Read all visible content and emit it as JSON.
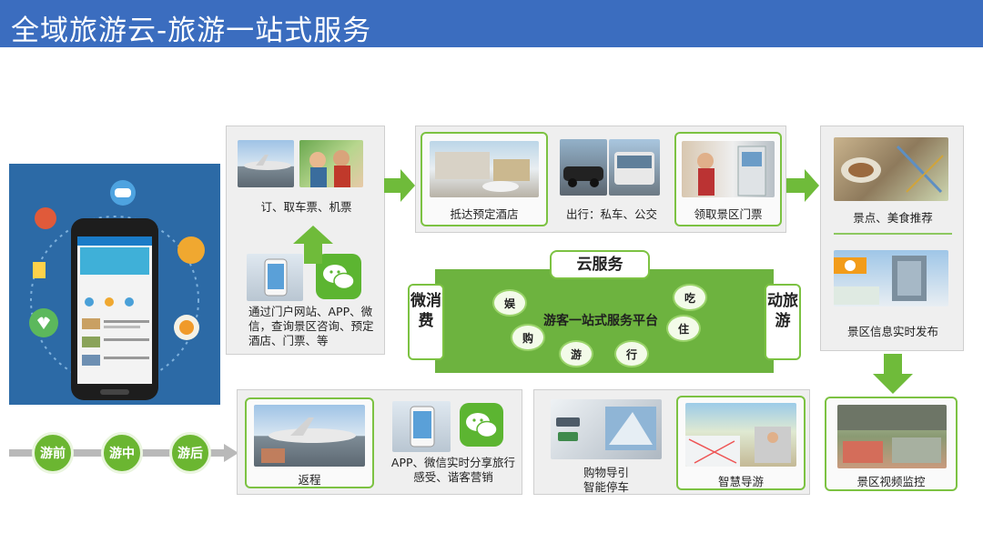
{
  "header": {
    "title": "全域旅游云-旅游一站式服务"
  },
  "top_left": {
    "caption_tickets": "订、取车票、机票",
    "caption_portal": "通过门户网站、APP、微信，查询景区咨询、预定酒店、门票、等"
  },
  "top_middle": {
    "caption_hotel": "抵达预定酒店",
    "caption_travel": "出行：私车、公交",
    "caption_ticket": "领取景区门票"
  },
  "right_column": {
    "caption_food": "景点、美食推荐",
    "caption_info": "景区信息实时发布",
    "caption_monitor": "景区视频监控"
  },
  "cloud_service": {
    "title": "云服务",
    "platform": "游客一站式服务平台",
    "left_label": "微消费",
    "right_label": "动旅游",
    "bubbles": [
      "娱",
      "购",
      "游",
      "行",
      "住",
      "吃"
    ]
  },
  "bottom": {
    "caption_return": "返程",
    "caption_share": "APP、微信实时分享旅行感受、谐客营销",
    "caption_parking_1": "购物导引",
    "caption_parking_2": "智能停车",
    "caption_guide": "智慧导游"
  },
  "stages": [
    "游前",
    "游中",
    "游后"
  ],
  "colors": {
    "header": "#3b6dbf",
    "accent_green": "#7cc242",
    "platform_green": "#6db33f"
  }
}
